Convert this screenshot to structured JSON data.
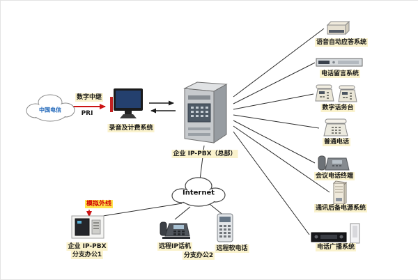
{
  "diagram": {
    "telecom_cloud": {
      "logo_text": "中国电信"
    },
    "trunk": {
      "label": "数字中继",
      "protocol": "PRI"
    },
    "recording_system": {
      "label": "录音及计费系统"
    },
    "hq_pbx": {
      "label": "企业 IP-PBX（总部）"
    },
    "internet_cloud": {
      "label": "Internet"
    },
    "analog_trunk": {
      "label": "模拟外线"
    },
    "branch_office1": {
      "device_label": "企业 IP-PBX",
      "site_label": "分支办公1"
    },
    "remote_ip_phone": {
      "label": "远程IP话机"
    },
    "branch_office2": {
      "site_label": "分支办公2"
    },
    "softphone": {
      "label": "远程软电话"
    },
    "right_devices": [
      {
        "label": "语音自动应答系统"
      },
      {
        "label": "电话留言系统"
      },
      {
        "label": "数字话务台"
      },
      {
        "label": "普通电话"
      },
      {
        "label": "会议电话终端"
      },
      {
        "label": "通讯后备电源系统"
      },
      {
        "label": "电话广播系统"
      }
    ]
  }
}
